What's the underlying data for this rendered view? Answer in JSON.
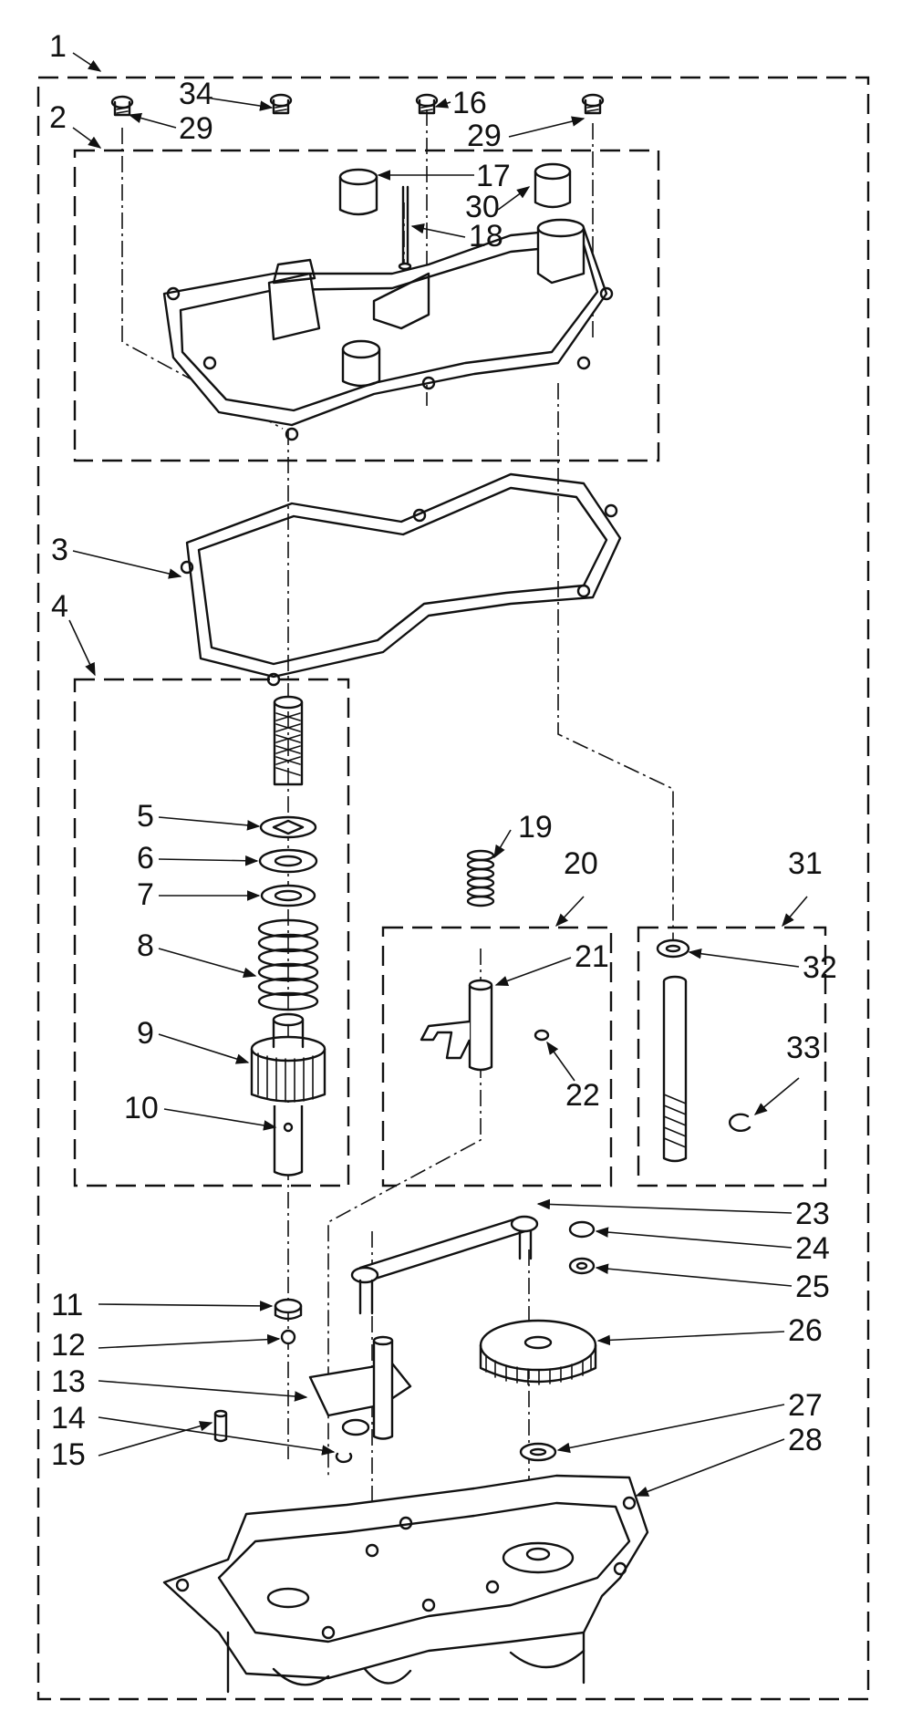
{
  "diagram": {
    "callouts": {
      "c1": "1",
      "c2": "2",
      "c3": "3",
      "c4": "4",
      "c5": "5",
      "c6": "6",
      "c7": "7",
      "c8": "8",
      "c9": "9",
      "c10": "10",
      "c11": "11",
      "c12": "12",
      "c13": "13",
      "c14": "14",
      "c15": "15",
      "c16": "16",
      "c17": "17",
      "c18": "18",
      "c19": "19",
      "c20": "20",
      "c21": "21",
      "c22": "22",
      "c23": "23",
      "c24": "24",
      "c25": "25",
      "c26": "26",
      "c27": "27",
      "c28": "28",
      "c29a": "29",
      "c29b": "29",
      "c30": "30",
      "c31": "31",
      "c32": "32",
      "c33": "33",
      "c34": "34"
    }
  }
}
